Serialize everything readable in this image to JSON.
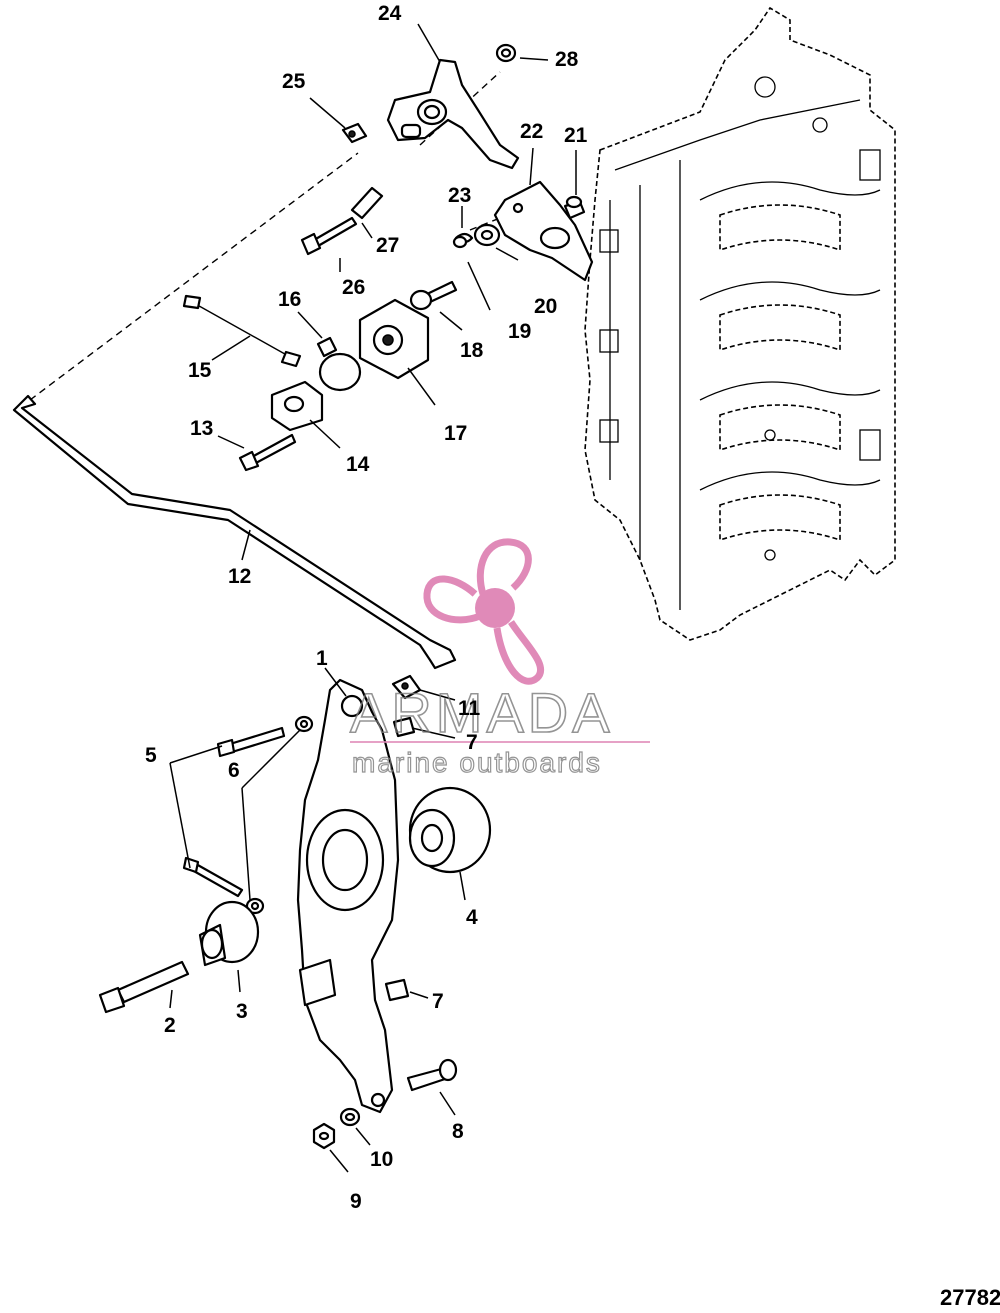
{
  "figure_number": "27782",
  "watermark": {
    "brand": "ARMADA",
    "tagline": "marine outboards",
    "logo_icon": "propeller-icon",
    "logo_color": "#e08ab8"
  },
  "callouts": [
    "1",
    "2",
    "3",
    "4",
    "5",
    "6",
    "7",
    "7",
    "8",
    "9",
    "10",
    "11",
    "12",
    "13",
    "14",
    "15",
    "16",
    "17",
    "18",
    "19",
    "20",
    "21",
    "22",
    "23",
    "24",
    "25",
    "26",
    "27",
    "28"
  ]
}
